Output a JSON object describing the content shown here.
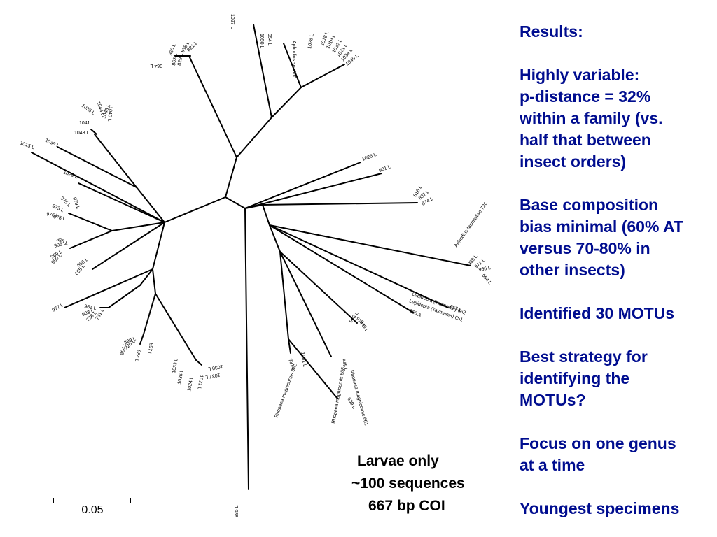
{
  "results": {
    "lines": [
      "Results:",
      "",
      "Highly variable:",
      "p-distance = 32%",
      "within a family (vs.",
      "half that between",
      "insect orders)",
      "",
      "Base composition",
      "bias minimal (60% AT",
      "versus 70-80% in",
      "other insects)",
      "",
      "Identified 30 MOTUs",
      "",
      "Best strategy for",
      "identifying the",
      "MOTUs?",
      "",
      "Focus on one genus",
      "at a time",
      "",
      "Youngest specimens"
    ]
  },
  "info": {
    "line1": "Larvae only",
    "line2": "~100 sequences",
    "line3": "667 bp COI"
  },
  "scale_bar": {
    "label": "0.05"
  },
  "tree_labels": [
    "1027 L",
    "1050 L",
    "954 L",
    "Aphodius sp. 860",
    "1028 L",
    "1018 L",
    "1019 L",
    "1032 L",
    "1021 L",
    "1034 L",
    "1049 L",
    "960 L",
    "838 L",
    "821 L",
    "964 L",
    "863 L",
    "829 L",
    "1036 L",
    "1044 L",
    "1040 L",
    "1045 L",
    "1041 L",
    "1043 L",
    "1015 L",
    "1039 L",
    "1029 L",
    "975 L",
    "979 L",
    "973 L",
    "976 L",
    "978 L",
    "965 L",
    "905 L",
    "969 L",
    "980 L",
    "666 L",
    "655 L",
    "977 L",
    "961 L",
    "903 L",
    "736 L",
    "731 L",
    "899 L",
    "920 L",
    "897 L",
    "894 L",
    "884 L",
    "1033 L",
    "1035 L",
    "1031 L",
    "1024 L",
    "1030 L",
    "1037 L",
    "1025 L",
    "981 L",
    "816 L",
    "887 L",
    "874 L",
    "Aphodius tasmaniae 726",
    "989 L",
    "971 L",
    "966 L",
    "664 L",
    "Lepidopta (Tasmania) 662",
    "Lepidopta (Tasmania) 651",
    "653 L",
    "660 A",
    "963 L",
    "974 L",
    "945 L",
    "1001 L",
    "731 L",
    "948 L",
    "Rhopaea magnicornis 661",
    "Rhopaea magnicornis 662",
    "Rhopaea magnicornis 668",
    "639 L",
    "885 L"
  ]
}
